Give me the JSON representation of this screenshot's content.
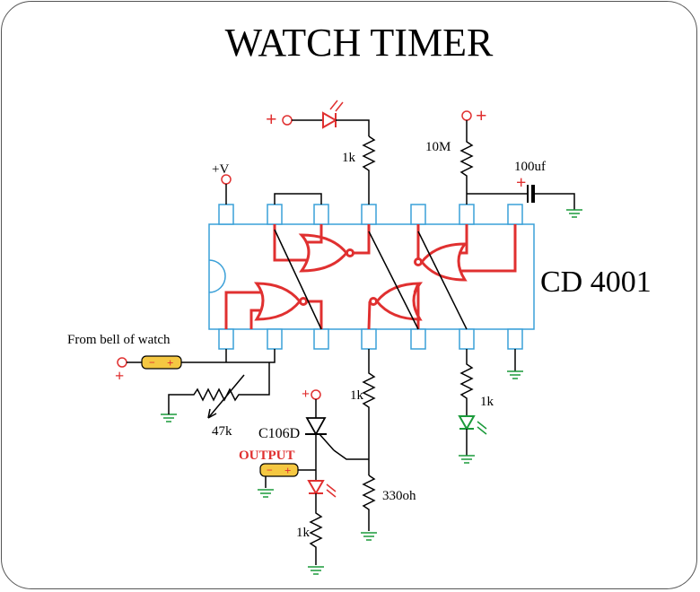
{
  "title": "WATCH TIMER",
  "ic_label": "CD 4001",
  "colors": {
    "ic_outline": "#3aa0d8",
    "wire": "#000000",
    "gate": "#e03030",
    "ground": "#1a9a3a",
    "power": "#e03030",
    "led_green": "#1a9a3a",
    "pill_fill": "#f5c842"
  },
  "labels": {
    "vplus": "+V",
    "led_top_res": "1k",
    "res_10m": "10M",
    "cap": "100uf",
    "from_bell": "From bell of watch",
    "pot": "47k",
    "scr": "C106D",
    "output": "OUTPUT",
    "res_mid": "1k",
    "res_right": "1k",
    "res_330": "330oh",
    "res_out": "1k",
    "plus": "+",
    "minus": "−"
  }
}
